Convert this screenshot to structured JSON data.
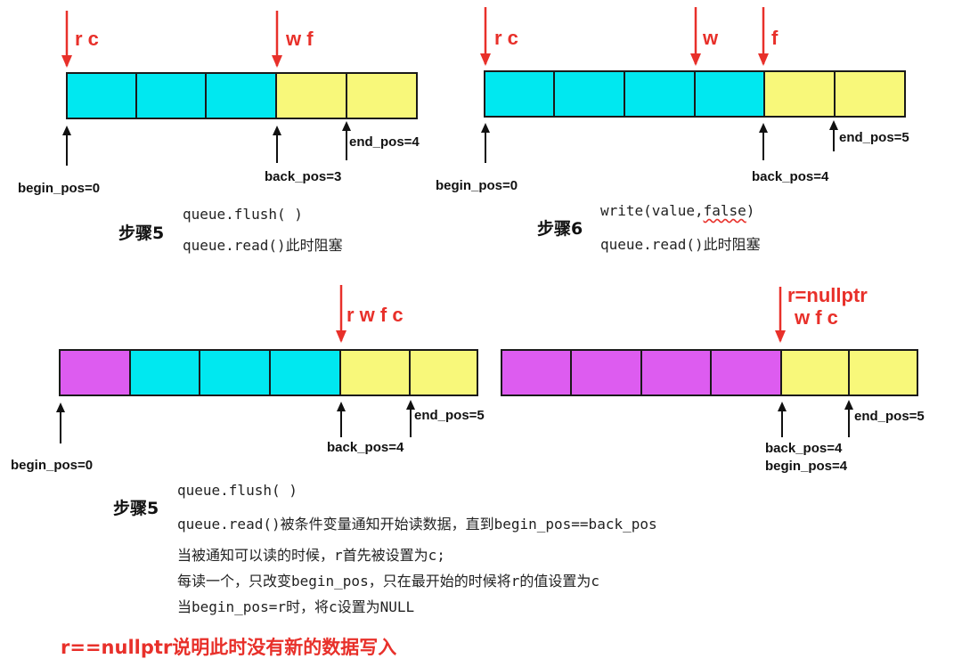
{
  "panel1": {
    "pointer_rc": "r c",
    "pointer_wf": "w f",
    "begin_pos": "begin_pos=0",
    "back_pos": "back_pos=3",
    "end_pos": "end_pos=4",
    "step": "步骤5",
    "code_line1": "queue.flush( )",
    "code_line2": "queue.read()此时阻塞",
    "cells": [
      "cyan",
      "cyan",
      "cyan",
      "yellow",
      "yellow"
    ]
  },
  "panel2": {
    "pointer_rc": "r c",
    "pointer_w": "w",
    "pointer_f": "f",
    "begin_pos": "begin_pos=0",
    "back_pos": "back_pos=4",
    "end_pos": "end_pos=5",
    "step": "步骤6",
    "code_line1_prefix": "write(value,",
    "code_line1_false": "false",
    "code_line1_suffix": ")",
    "code_line2": "queue.read()此时阻塞",
    "cells": [
      "cyan",
      "cyan",
      "cyan",
      "cyan",
      "yellow",
      "yellow"
    ]
  },
  "panel3": {
    "pointer_rwfc": "r w f c",
    "begin_pos": "begin_pos=0",
    "back_pos": "back_pos=4",
    "end_pos": "end_pos=5",
    "cells": [
      "magenta",
      "cyan",
      "cyan",
      "cyan",
      "yellow",
      "yellow"
    ]
  },
  "panel4": {
    "pointer_r": "r=nullptr",
    "pointer_wfc": "w f c",
    "back_pos": "back_pos=4",
    "begin_pos": "begin_pos=4",
    "end_pos": "end_pos=5",
    "cells": [
      "magenta",
      "magenta",
      "magenta",
      "magenta",
      "yellow",
      "yellow"
    ]
  },
  "bottom": {
    "step": "步骤5",
    "code_line1": "queue.flush( )",
    "code_line2": "queue.read()被条件变量通知开始读数据，直到begin_pos==back_pos",
    "note1": "当被通知可以读的时候，r首先被设置为c;",
    "note2": "每读一个，只改变begin_pos，只在最开始的时候将r的值设置为c",
    "note3": "当begin_pos=r时，将c设置为NULL",
    "conclusion": "r==nullptr说明此时没有新的数据写入"
  },
  "colors": {
    "cyan": "#00e8f0",
    "yellow": "#f8f87a",
    "magenta": "#dd5cf0",
    "pointer_red": "#e8302a",
    "outline": "#1a1a1a"
  }
}
